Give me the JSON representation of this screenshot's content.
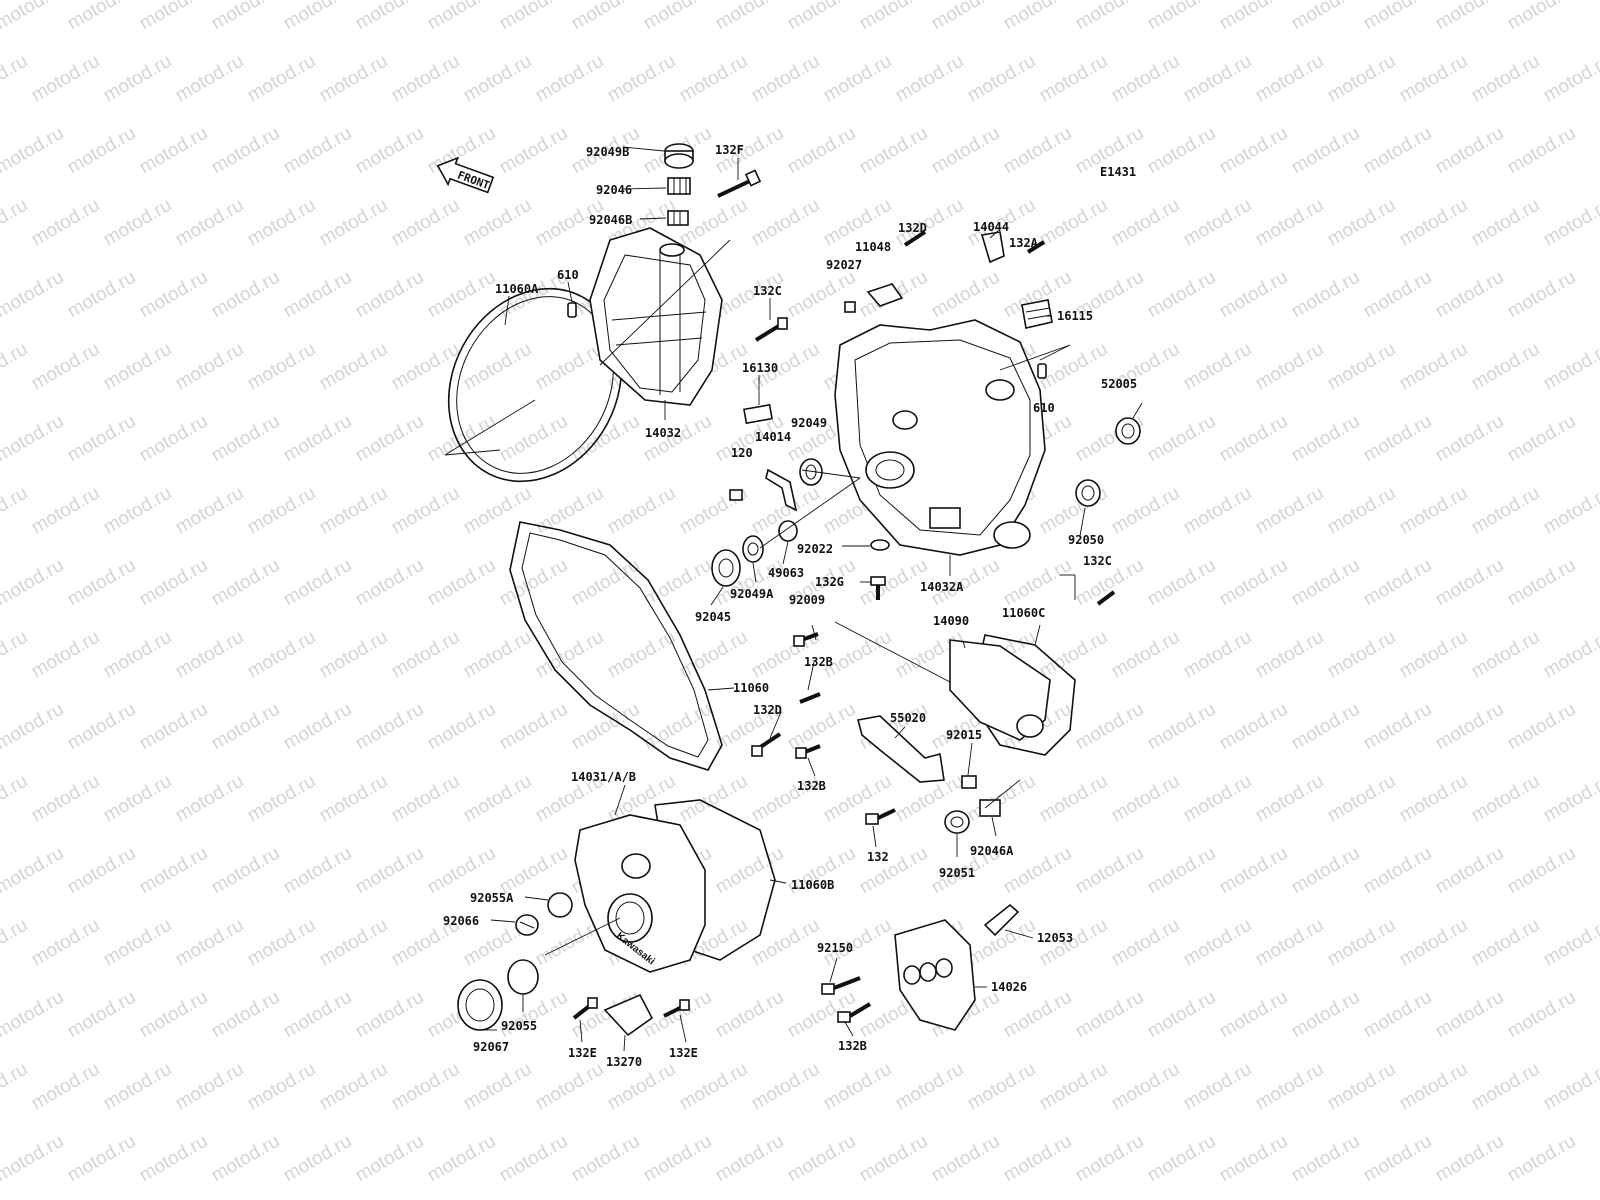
{
  "watermark": "motod.ru",
  "figure_code": "E1431",
  "front_label": "FRONT",
  "brand_mark": "Kawasaki",
  "colors": {
    "line": "#111111",
    "watermark": "#d4d4d4",
    "background": "#ffffff"
  },
  "labels": {
    "l92049B": "92049B",
    "l132F": "132F",
    "l92046": "92046",
    "l92046B": "92046B",
    "l11060A": "11060A",
    "l610a": "610",
    "l132C_a": "132C",
    "l14032": "14032",
    "l16130": "16130",
    "l14014": "14014",
    "l120": "120",
    "l92049": "92049",
    "l132D_a": "132D",
    "l11048": "11048",
    "l92027": "92027",
    "l14044": "14044",
    "l132A": "132A",
    "l16115": "16115",
    "l610b": "610",
    "l52005": "52005",
    "l92050": "92050",
    "l132C_b": "132C",
    "l14032A": "14032A",
    "l92022": "92022",
    "l132G": "132G",
    "l49063": "49063",
    "l92049A": "92049A",
    "l92045": "92045",
    "l11060": "11060",
    "l92009": "92009",
    "l132B_a": "132B",
    "l132D_b": "132D",
    "l132B_b": "132B",
    "l14090": "14090",
    "l11060C": "11060C",
    "l55020": "55020",
    "l92015": "92015",
    "l132": "132",
    "l92051": "92051",
    "l92046A": "92046A",
    "l14031": "14031/A/B",
    "l11060B": "11060B",
    "l92055A": "92055A",
    "l92066": "92066",
    "l92055": "92055",
    "l92067": "92067",
    "l132E_a": "132E",
    "l13270": "13270",
    "l132E_b": "132E",
    "l92150": "92150",
    "l14026": "14026",
    "l12053": "12053",
    "l132B_c": "132B"
  }
}
